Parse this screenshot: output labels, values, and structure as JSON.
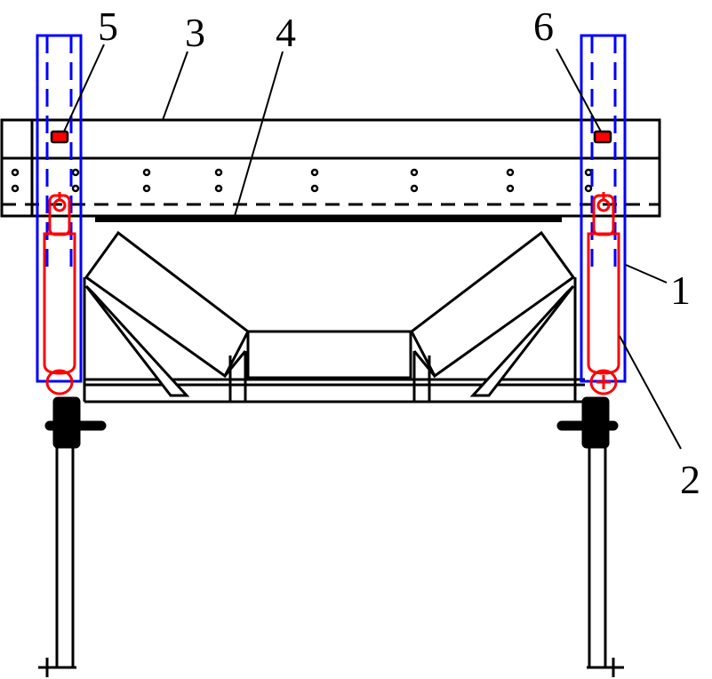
{
  "labels": {
    "l1": "1",
    "l2": "2",
    "l3": "3",
    "l4": "4",
    "l5": "5",
    "l6": "6"
  },
  "colors": {
    "frame": "#000000",
    "guide": "#0000ff",
    "cylinder": "#ff0000"
  }
}
